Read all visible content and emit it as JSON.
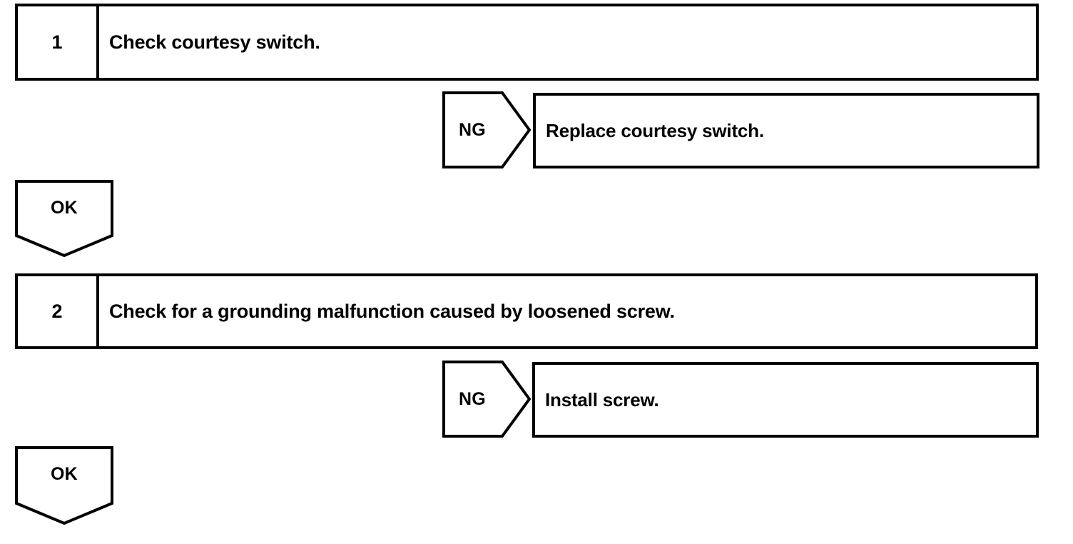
{
  "diagram": {
    "type": "troubleshooting-flowchart",
    "line_color": "#000000",
    "background_color": "#ffffff",
    "steps": [
      {
        "number": "1",
        "instruction": "Check courtesy switch.",
        "fail": {
          "label": "NG",
          "action": "Replace courtesy switch."
        },
        "pass": {
          "label": "OK"
        }
      },
      {
        "number": "2",
        "instruction": "Check for a grounding malfunction caused by loosened screw.",
        "fail": {
          "label": "NG",
          "action": "Install screw."
        },
        "pass": {
          "label": "OK"
        }
      }
    ]
  }
}
